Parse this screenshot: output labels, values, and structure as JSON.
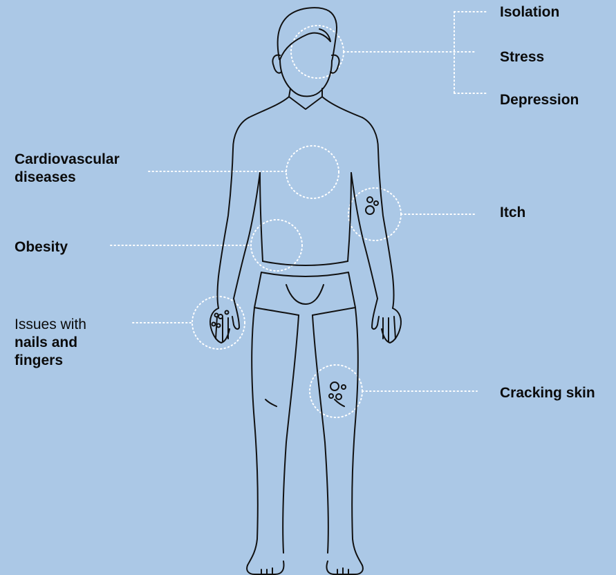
{
  "labels": {
    "isolation": "Isolation",
    "stress": "Stress",
    "depression": "Depression",
    "cardiovascular_line1": "Cardiovascular",
    "cardiovascular_line2": "diseases",
    "itch": "Itch",
    "obesity": "Obesity",
    "nails_line1": "Issues with",
    "nails_line2": "nails and",
    "nails_line3": "fingers",
    "cracking_skin": "Cracking skin"
  },
  "colors": {
    "background": "#abc8e6",
    "text": "#0b0b0b",
    "outline": "#111111",
    "callout": "#ffffff"
  }
}
